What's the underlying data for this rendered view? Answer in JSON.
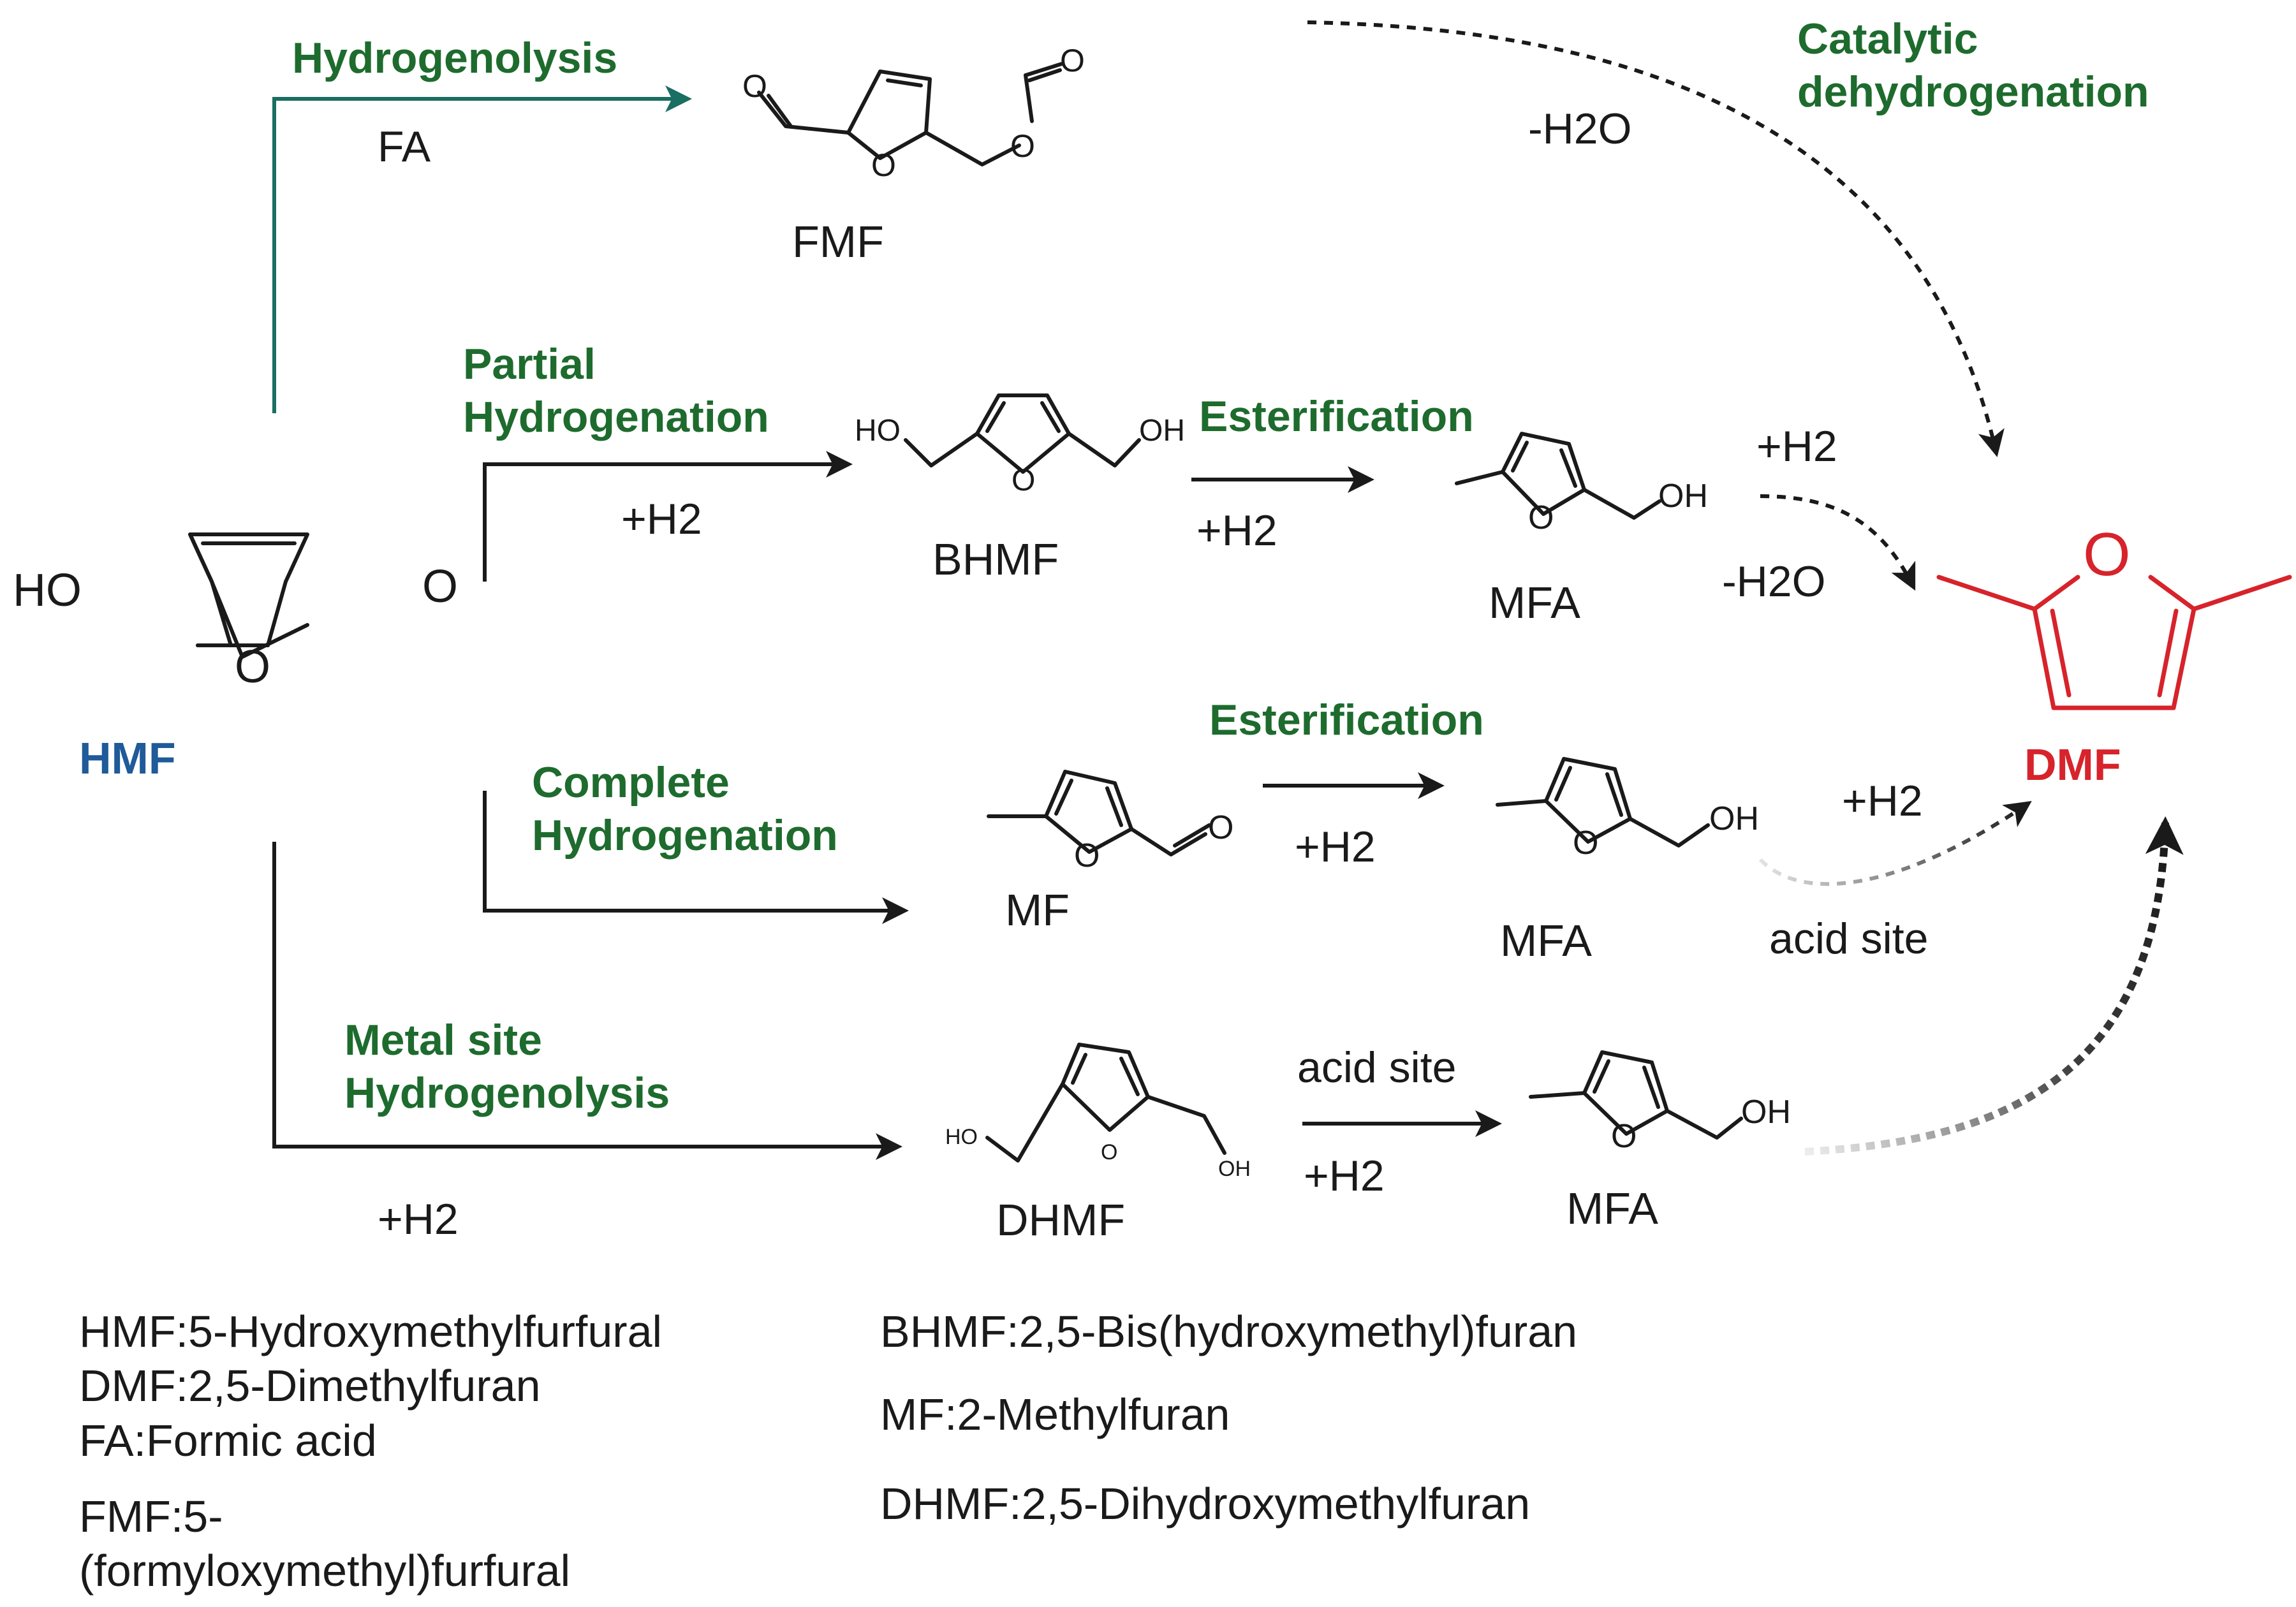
{
  "steps": {
    "hydrogenolysis": "Hydrogenolysis",
    "catalytic": "Catalytic\ndehydrogenation",
    "partial": "Partial\nHydrogenation",
    "esterification_top": "Esterification",
    "esterification_mid": "Esterification",
    "complete": "Complete\nHydrogenation",
    "metal_site": "Metal site\nHydrogenolysis"
  },
  "reagents": {
    "fa": "FA",
    "minus_h2o_top": "-H2O",
    "plus_h2_partial": "+H2",
    "plus_h2_ester_top": "+H2",
    "plus_h2_right_top": "+H2",
    "minus_h2o_right": "-H2O",
    "plus_h2_ester_mid": "+H2",
    "plus_h2_right_mid": "+H2",
    "acid_site_mid": "acid site",
    "acid_site_bottom": "acid site",
    "plus_h2_bottom_right": "+H2",
    "plus_h2_bottom_left": "+H2"
  },
  "molecules": {
    "fmf": "FMF",
    "bhmf": "BHMF",
    "mfa_top": "MFA",
    "hmf": "HMF",
    "dmf": "DMF",
    "mf": "MF",
    "mfa_mid": "MFA",
    "dhmf": "DHMF",
    "mfa_bottom": "MFA"
  },
  "atoms": {
    "hmf_ho": "HO",
    "hmf_o_ring": "O",
    "hmf_o_ald": "O",
    "fmf_o_ring": "O",
    "fmf_o_ald": "O",
    "fmf_o_est": "O",
    "fmf_o_carb": "O",
    "bhmf_ho": "HO",
    "bhmf_o": "O",
    "bhmf_oh": "OH",
    "mfa1_o": "O",
    "mfa1_oh": "OH",
    "dmf_o": "O",
    "mf_o": "O",
    "mf_o_ald": "O",
    "mfa2_o": "O",
    "mfa2_oh": "OH",
    "dhmf_ho": "HO",
    "dhmf_o": "O",
    "dhmf_oh": "OH",
    "mfa3_o": "O",
    "mfa3_oh": "OH"
  },
  "legend": {
    "col1_a": "HMF:5-Hydroxymethylfurfural\nDMF:2,5-Dimethylfuran\nFA:Formic acid",
    "col1_b": "FMF:5-\n(formyloxymethyl)furfural",
    "col2_a": "BHMF:2,5-Bis(hydroxymethyl)furan",
    "col2_b": "MF:2-Methylfuran",
    "col2_c": "DHMF:2,5-Dihydroxymethylfuran"
  },
  "colors": {
    "step_green": "#1e6b2e",
    "teal_arrow": "#1a6e62",
    "hmf_blue": "#1f5a99",
    "dmf_red": "#d7232b",
    "ink": "#1a1a1a"
  }
}
